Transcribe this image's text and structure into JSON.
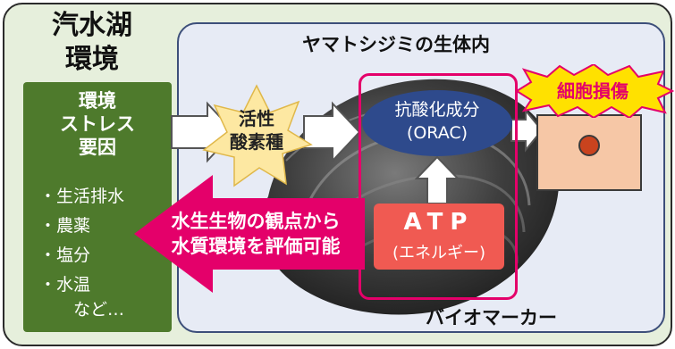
{
  "outer": {
    "title_line1": "汽水湖",
    "title_line2": "環境"
  },
  "inner": {
    "title": "ヤマトシジミの生体内"
  },
  "stress": {
    "title_line1": "環境",
    "title_line2": "ストレス",
    "title_line3": "要因",
    "factors": [
      "・生活排水",
      "・農薬",
      "・塩分",
      "・水温"
    ],
    "etc": "など…"
  },
  "ros": {
    "line1": "活性",
    "line2": "酸素種"
  },
  "orac": {
    "line1": "抗酸化成分",
    "line2": "(ORAC)"
  },
  "atp": {
    "title": "ATP",
    "subtitle": "(エネルギー)"
  },
  "biomarker": {
    "label": "バイオマーカー"
  },
  "damage": {
    "label": "細胞損傷"
  },
  "evaluation": {
    "line1": "水生生物の観点から",
    "line2": "水質環境を評価可能"
  },
  "colors": {
    "outer_bg": "#e6efdc",
    "inner_bg": "#e7ebf5",
    "stress_box": "#4e7a2c",
    "ros_star": "#fde8a2",
    "orac": "#2e4a8c",
    "atp": "#f05a52",
    "biomarker_frame": "#e4006a",
    "damage_burst": "#ffe100",
    "evaluation_arrow": "#e4006a",
    "cell": "#f6c7a6",
    "nucleus": "#c9431e"
  }
}
